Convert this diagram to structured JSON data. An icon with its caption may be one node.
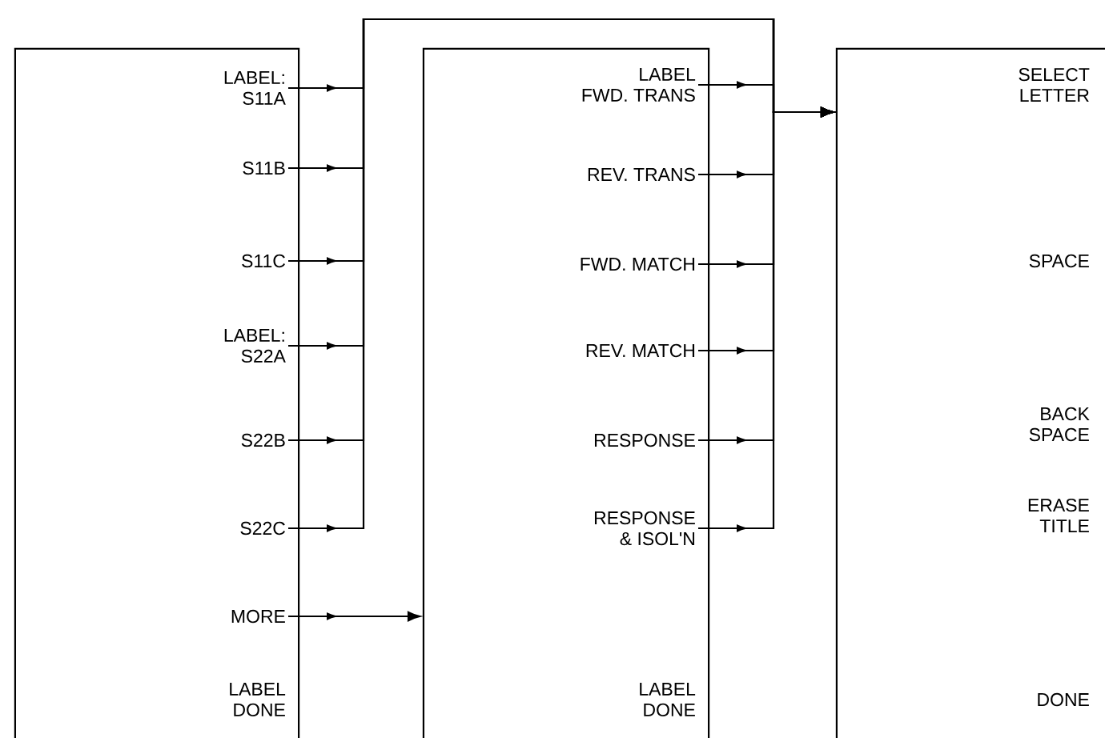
{
  "diagram": {
    "nodes": [
      {
        "text": [],
        "shape": "box"
      },
      {
        "text": [
          "LABEL: S11A"
        ],
        "in": 0
      },
      {
        "text": [
          "S11B"
        ],
        "in": 0
      },
      {
        "text": [
          "S11C"
        ],
        "in": 0
      },
      {
        "text": [
          "LABEL: S22A"
        ],
        "in": 0
      },
      {
        "text": [
          "S22B"
        ],
        "in": 0
      },
      {
        "text": [
          "S22C"
        ],
        "in": 0
      },
      {
        "text": [
          "MORE"
        ],
        "in": 0
      },
      {
        "text": [
          "LABEL DONE"
        ],
        "in": 0
      },
      {
        "text": [],
        "shape": "box"
      },
      {
        "text": [
          "LABEL FWD. TRANS"
        ],
        "in": 9
      },
      {
        "text": [
          "REV. TRANS"
        ],
        "in": 9
      },
      {
        "text": [
          "FWD. MATCH"
        ],
        "in": 9
      },
      {
        "text": [
          "REV. MATCH"
        ],
        "in": 9
      },
      {
        "text": [
          "RESPONSE"
        ],
        "in": 9
      },
      {
        "text": [
          "RESPONSE & ISOL'N"
        ],
        "in": 9
      },
      {
        "text": [
          "LABEL DONE"
        ],
        "in": 9
      },
      {
        "text": [],
        "shape": "box"
      },
      {
        "text": [
          "SELECT LETTER"
        ],
        "in": 17
      },
      {
        "text": [
          "SPACE"
        ],
        "in": 17
      },
      {
        "text": [
          "BACK SPACE"
        ],
        "in": 17
      },
      {
        "text": [
          "ERASE TITLE"
        ],
        "in": 17
      },
      {
        "text": [
          "DONE"
        ],
        "in": 17
      }
    ],
    "edges": [
      {
        "from": 1,
        "to": 17,
        "arrow": "to"
      },
      {
        "from": 2,
        "to": 17,
        "arrow": "to"
      },
      {
        "from": 3,
        "to": 17,
        "arrow": "to"
      },
      {
        "from": 4,
        "to": 17,
        "arrow": "to"
      },
      {
        "from": 5,
        "to": 17,
        "arrow": "to"
      },
      {
        "from": 6,
        "to": 17,
        "arrow": "to"
      },
      {
        "from": 10,
        "to": 17,
        "arrow": "to"
      },
      {
        "from": 11,
        "to": 17,
        "arrow": "to"
      },
      {
        "from": 12,
        "to": 17,
        "arrow": "to"
      },
      {
        "from": 13,
        "to": 17,
        "arrow": "to"
      },
      {
        "from": 14,
        "to": 17,
        "arrow": "to"
      },
      {
        "from": 15,
        "to": 17,
        "arrow": "to"
      },
      {
        "from": 7,
        "to": 9,
        "arrow": "to"
      }
    ]
  }
}
